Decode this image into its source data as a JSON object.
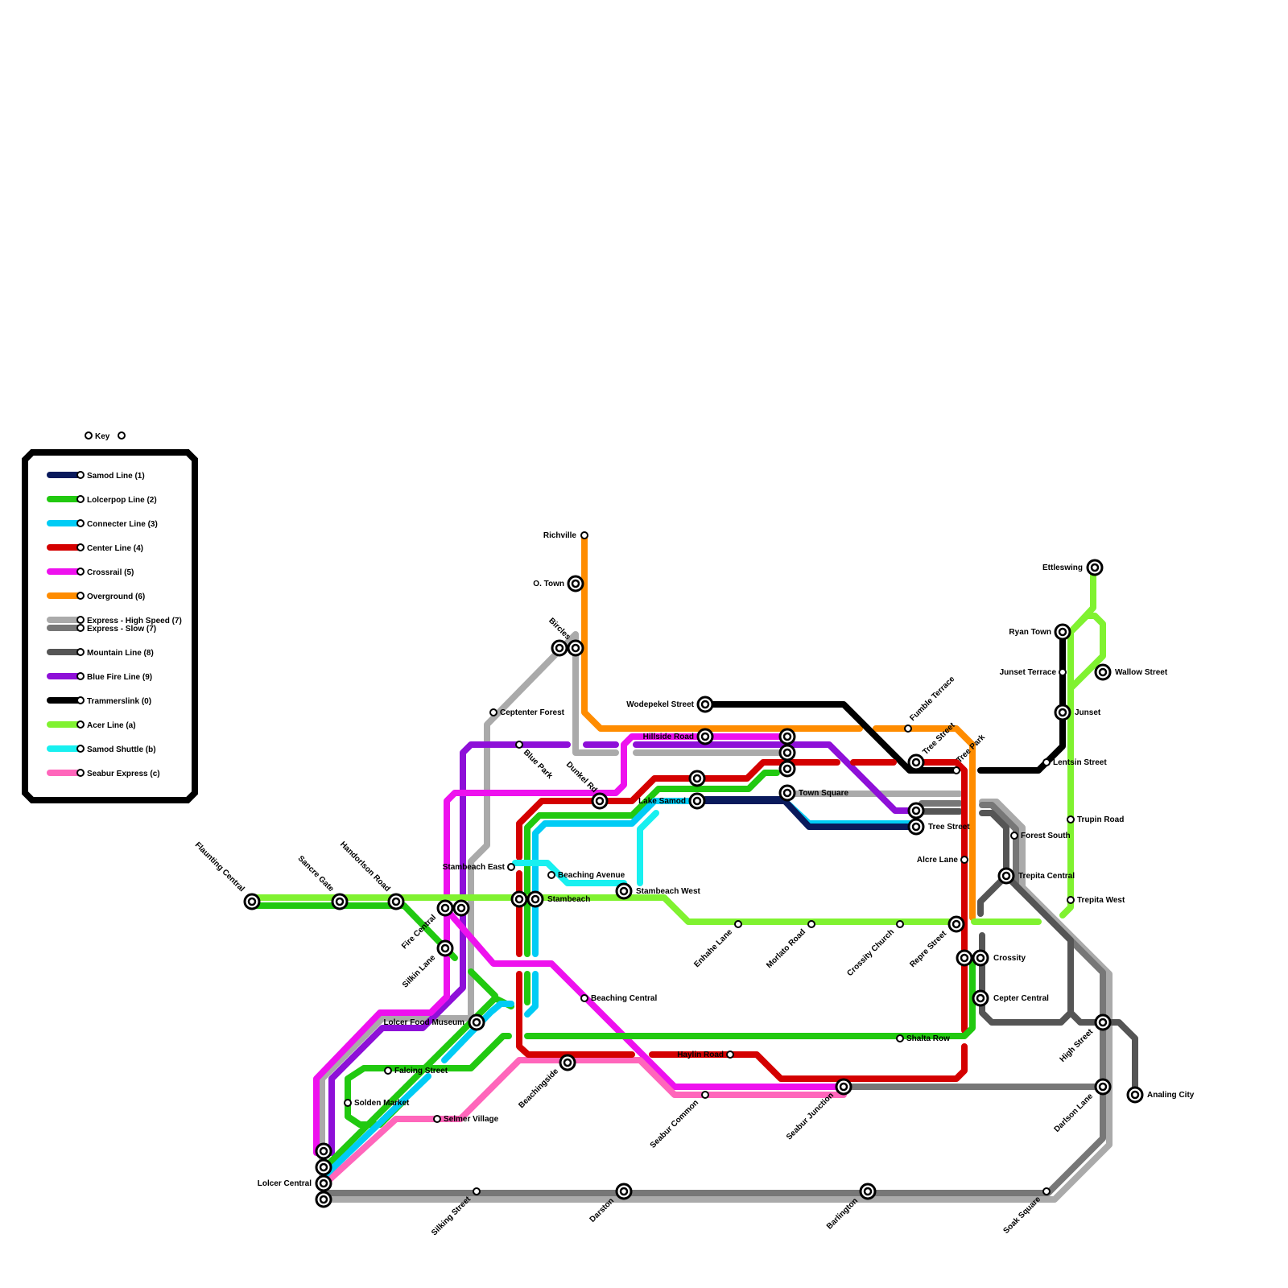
{
  "title": "",
  "lines": {
    "samod": {
      "name": "Samod Line (1)",
      "color": "#0a1a5c"
    },
    "lolcerpop": {
      "name": "Lolcerpop Line (2)",
      "color": "#21c910"
    },
    "connecter": {
      "name": "Connecter Line (3)",
      "color": "#00ccf5"
    },
    "center": {
      "name": "Center Line (4)",
      "color": "#d40000"
    },
    "crossrail": {
      "name": "Crossrail (5)",
      "color": "#ee11ee"
    },
    "overground": {
      "name": "Overground (6)",
      "color": "#ff8c00"
    },
    "express_hs": {
      "name": "Express - High Speed (7)",
      "color": "#aaaaaa"
    },
    "express_slow": {
      "name": "Express - Slow (7)",
      "color": "#777777"
    },
    "mountain": {
      "name": "Mountain Line (8)",
      "color": "#555555"
    },
    "bluefire": {
      "name": "Blue Fire Line (9)",
      "color": "#8e10d8"
    },
    "tramlink": {
      "name": "Trammerslink (0)",
      "color": "#000000"
    },
    "acer": {
      "name": "Acer Line (a)",
      "color": "#80f230"
    },
    "shuttle": {
      "name": "Samod Shuttle (b)",
      "color": "#18f0f0"
    },
    "seabur": {
      "name": "Seabur Express (c)",
      "color": "#ff66bb"
    }
  },
  "key": {
    "title": "Key",
    "entries": [
      "samod",
      "lolcerpop",
      "connecter",
      "center",
      "crossrail",
      "overground",
      "express_hs",
      "express_slow",
      "mountain",
      "bluefire",
      "tramlink",
      "acer",
      "shuttle",
      "seabur"
    ]
  },
  "stations": {
    "richville": "Richville",
    "o_town": "O. Town",
    "bircles": "Bircles",
    "ceptenter_forest": "Ceptenter Forest",
    "blue_park": "Blue Park",
    "dunkel_rd": "Dunkel Rd",
    "wodepekel_street": "Wodepekel Street",
    "hillside_road": "Hillside Road",
    "fumble_terrace": "Fumble Terrace",
    "tree_street_1": "Tree Street",
    "tree_park": "Tree Park",
    "lake_samod": "Lake Samod",
    "town_square": "Town Square",
    "tree_street_2": "Tree Street",
    "stambeach_east": "Stambeach East",
    "beaching_avenue": "Beaching Avenue",
    "stambeach_west": "Stambeach West",
    "stambeach": "Stambeach",
    "flaunting_central": "Flaunting Central",
    "sancre_gate": "Sancre Gate",
    "handorlson_road": "Handorlson Road",
    "fire_central": "Fire Central",
    "silkin_lane": "Silkin Lane",
    "lolcer_food_museum": "Lolcer Food Museum",
    "falcing_street": "Falcing Street",
    "solden_market": "Solden Market",
    "selmer_village": "Selmer Village",
    "lolcer_central": "Lolcer Central",
    "silking_street": "Silking Street",
    "darston": "Darston",
    "barlington": "Barlington",
    "soak_square": "Soak Square",
    "beachingside": "Beachingside",
    "beaching_central": "Beaching Central",
    "haylin_road": "Haylin Road",
    "seabur_common": "Seabur Common",
    "seabur_junction": "Seabur Junction",
    "enhahe_lane": "Enhahe Lane",
    "morlato_road": "Morlato Road",
    "crossity_church": "Crossity Church",
    "repre_street": "Repre Street",
    "crossity": "Crossity",
    "cepter_central": "Cepter Central",
    "shalta_row": "Shalta Row",
    "alcre_lane": "Alcre Lane",
    "forest_south": "Forest South",
    "trepita_central": "Trepita Central",
    "trepita_west": "Trepita West",
    "trupin_road": "Trupin Road",
    "lentsin_street": "Lentsin Street",
    "junset": "Junset",
    "junset_terrace": "Junset Terrace",
    "ryan_town": "Ryan Town",
    "ettleswing": "Ettleswing",
    "wallow_street": "Wallow Street",
    "high_street": "High Street",
    "darlson_lane": "Darlson Lane",
    "analing_city": "Analing City"
  }
}
